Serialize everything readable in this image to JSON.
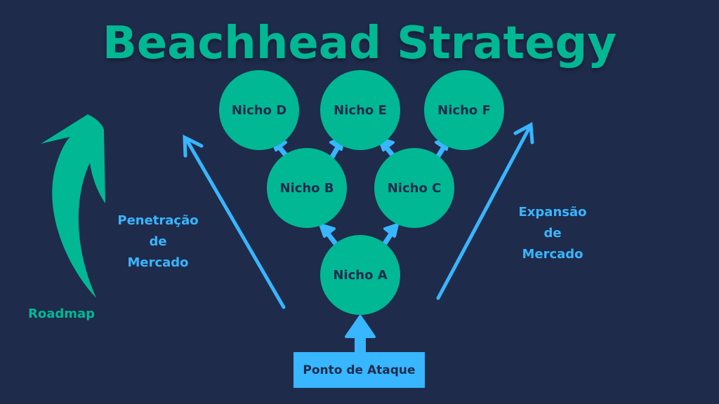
{
  "title": "Beachhead Strategy",
  "colors": {
    "background": "#1f2b4b",
    "node_fill": "#00b894",
    "arrow_blue": "#38b6ff",
    "text_dark": "#1f2b4b"
  },
  "nodes": {
    "a": "Nicho A",
    "b": "Nicho B",
    "c": "Nicho C",
    "d": "Nicho D",
    "e": "Nicho E",
    "f": "Nicho F"
  },
  "attack_point": "Ponto de Ataque",
  "left_label": {
    "line1": "Penetração",
    "line2": "de",
    "line3": "Mercado"
  },
  "right_label": {
    "line1": "Expansão",
    "line2": "de",
    "line3": "Mercado"
  },
  "roadmap_label": "Roadmap",
  "icons": {
    "roadmap_arrow": "curved-up-arrow-icon",
    "connector": "arrow-up-icon"
  }
}
